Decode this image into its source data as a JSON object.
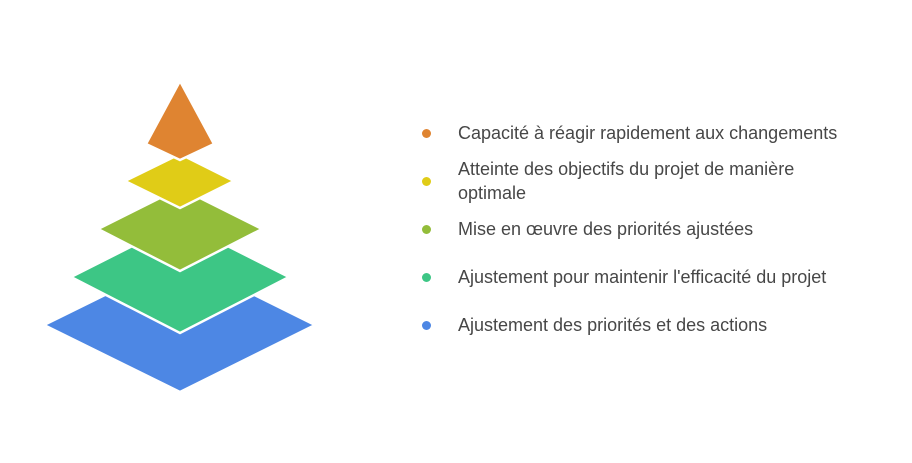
{
  "diagram": {
    "type": "layered-pyramid",
    "levels": [
      {
        "label": "Capacité à réagir rapidement aux changements",
        "color": "#DF8431",
        "shape": "apex"
      },
      {
        "label": "Atteinte des objectifs du projet de manière optimale",
        "label_line1": "Atteinte des objectifs du projet de manière",
        "label_line2": "optimale",
        "color": "#E0CC17",
        "shape": "layer"
      },
      {
        "label": "Mise en œuvre des priorités ajustées",
        "color": "#93BD3A",
        "shape": "layer"
      },
      {
        "label": "Ajustement pour maintenir l'efficacité du projet",
        "color": "#3DC685",
        "shape": "layer"
      },
      {
        "label": "Ajustement des priorités et des actions",
        "color": "#4D87E4",
        "shape": "layer"
      }
    ]
  },
  "colors": {
    "text": "#474747",
    "background": "#FFFFFF",
    "separator": "#FFFFFF"
  }
}
